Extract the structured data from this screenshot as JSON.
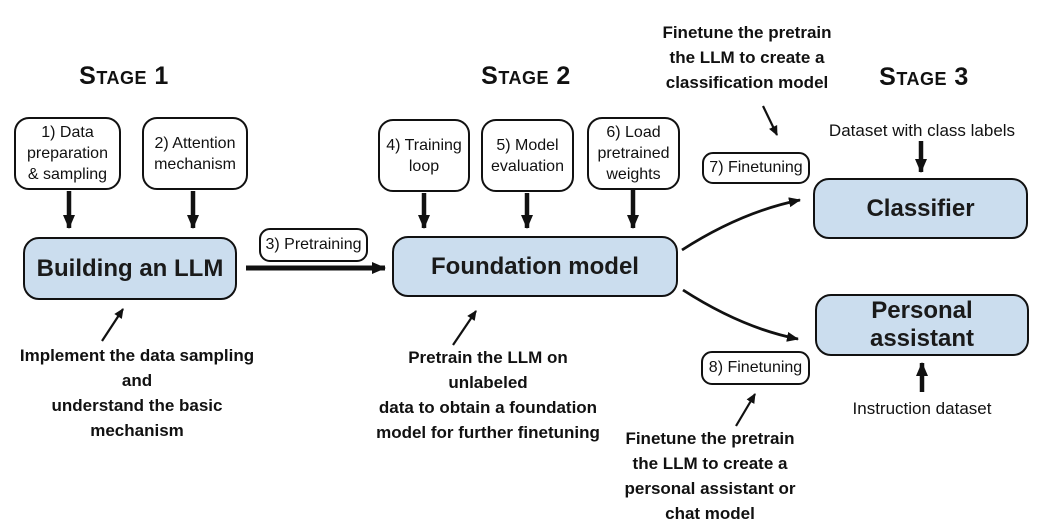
{
  "colors": {
    "main_box_fill": "#cbddee",
    "box_border": "#111111",
    "arrow": "#111111",
    "background": "#ffffff"
  },
  "stage1": {
    "heading": "Stage 1",
    "step1": "1) Data\npreparation\n& sampling",
    "step2": "2) Attention\nmechanism",
    "main_box": "Building an LLM",
    "note": "Implement the data sampling and\nunderstand the basic mechanism"
  },
  "transition": {
    "label": "3) Pretraining"
  },
  "stage2": {
    "heading": "Stage 2",
    "step4": "4) Training\nloop",
    "step5": "5) Model\nevaluation",
    "step6": "6) Load\npretrained\nweights",
    "main_box": "Foundation model",
    "note": "Pretrain the LLM on unlabeled\ndata to obtain a foundation\nmodel for further finetuning"
  },
  "stage3": {
    "heading": "Stage 3",
    "finetune_classifier": "7) Finetuning",
    "finetune_assistant": "8) Finetuning",
    "classifier_box": "Classifier",
    "assistant_box": "Personal assistant",
    "classifier_input": "Dataset with class labels",
    "assistant_input": "Instruction dataset",
    "note_classification": "Finetune the pretrain\nthe LLM to create a\nclassification model",
    "note_assistant": "Finetune the pretrain\nthe LLM to create a\npersonal assistant or\nchat model"
  }
}
